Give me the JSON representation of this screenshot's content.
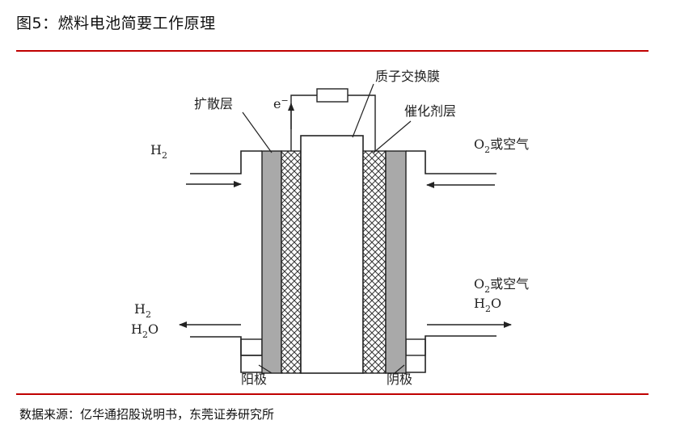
{
  "header": {
    "title": "图5：燃料电池简要工作原理"
  },
  "footer": {
    "source": "数据来源：亿华通招股说明书，东莞证券研究所"
  },
  "diagram": {
    "labels": {
      "membrane": "质子交换膜",
      "diffusion_layer": "扩散层",
      "electron": "e",
      "electron_sup": "−",
      "catalyst_layer": "催化剂层",
      "h2_in": "H",
      "h2_in_sub": "2",
      "o2_in_a": "O",
      "o2_in_sub": "2",
      "o2_in_b": "或空气",
      "h2_out": "H",
      "h2_out_sub": "2",
      "h2o_out_a": "H",
      "h2o_out_sub": "2",
      "h2o_out_b": "O",
      "o2_out_a": "O",
      "o2_out_sub": "2",
      "o2_out_b": "或空气",
      "h2o_right_a": "H",
      "h2o_right_sub": "2",
      "h2o_right_b": "O",
      "anode": "阳极",
      "cathode": "阴极"
    },
    "colors": {
      "accent_rule": "#c00000",
      "electrode_gray": "#a9a9a9",
      "line": "#222222"
    }
  }
}
